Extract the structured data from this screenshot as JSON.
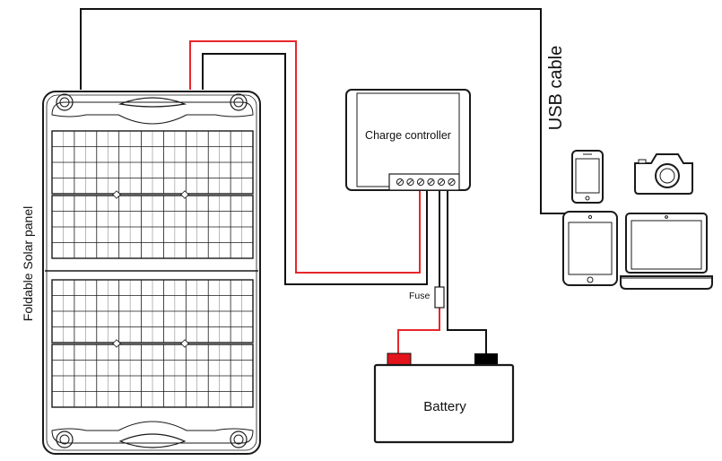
{
  "labels": {
    "solar_panel": "Foldable Solar panel",
    "charge_controller": "Charge controller",
    "usb_cable": "USB cable",
    "fuse": "Fuse",
    "battery": "Battery"
  },
  "colors": {
    "positive_wire": "#e8262b",
    "negative_wire": "#111111",
    "positive_terminal": "#e3141b",
    "negative_terminal": "#000000",
    "outline": "#1a1a1a"
  },
  "icons": [
    "smartphone-icon",
    "camera-icon",
    "tablet-icon",
    "laptop-icon",
    "fuse-icon",
    "battery-icon"
  ]
}
